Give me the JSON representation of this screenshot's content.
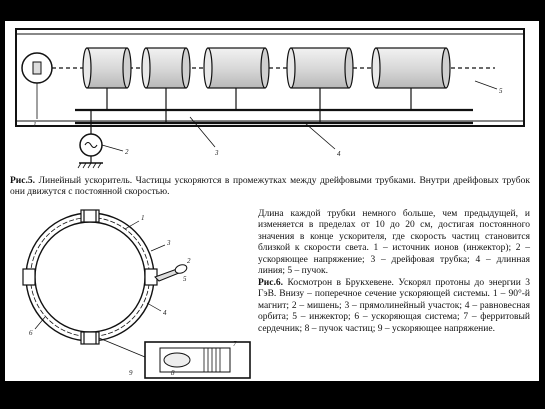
{
  "fig5": {
    "title": "Рис.5.",
    "caption_top": "Линейный ускоритель. Частицы ускоряются в промежутках между дрейфовыми трубками. Внутри дрейфовых трубок они движутся с постоянной скоростью.",
    "caption_right": "Длина каждой трубки немного больше, чем предыдущей, и изменяется в пределах от 10 до 20 см, достигая постоянного значения в конце ускорителя, где скорость частиц становится близкой к скорости света. 1 – источник ионов (инжектор); 2 – ускоряющее напряжение; 3 – дрейфовая трубка; 4 – длинная линия; 5 – пучок.",
    "labels": [
      "1",
      "2",
      "3",
      "4",
      "5"
    ]
  },
  "fig6": {
    "title": "Рис.6.",
    "caption": "Космотрон в Брукхевене. Ускорял протоны до энергии 3 ГэВ. Внизу – поперечное сечение ускоряющей системы. 1 – 90°-й магнит; 2 – мишень; 3 – прямолинейный участок; 4 – равновесная орбита; 5 – инжектор; 6 – ускоряющая система; 7 – ферритовый сердечник; 8 – пучок частиц; 9 – ускоряющее напряжение.",
    "labels": [
      "1",
      "2",
      "3",
      "4",
      "5",
      "6",
      "7",
      "8",
      "9"
    ]
  }
}
